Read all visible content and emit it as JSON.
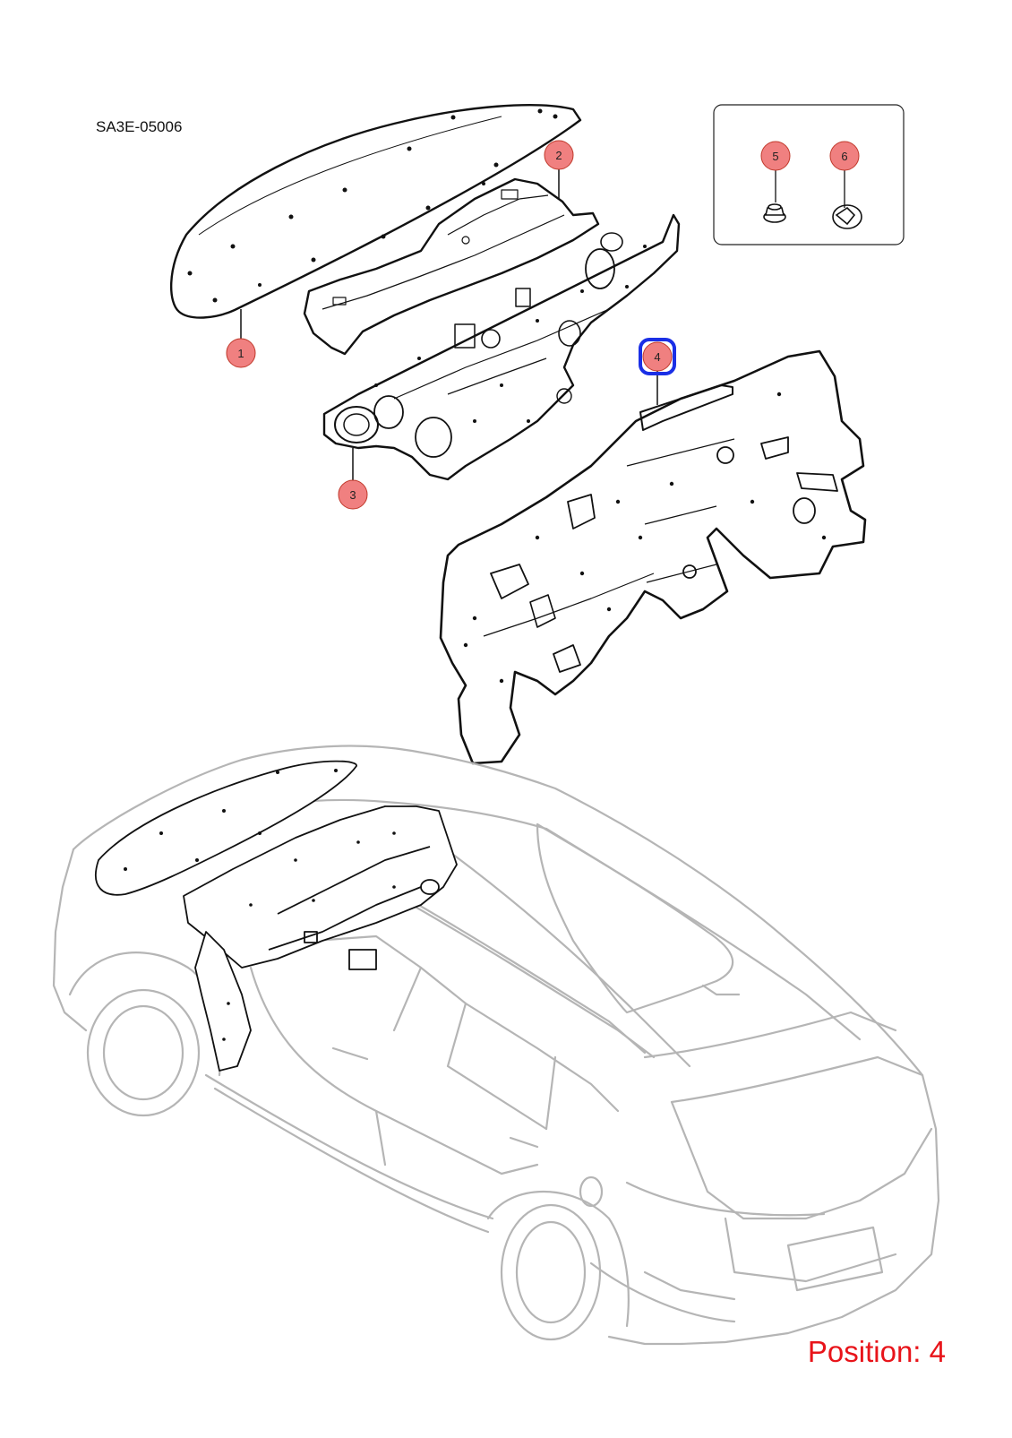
{
  "diagram": {
    "code": "SA3E-05006",
    "position_text": "Position: 4",
    "selected_part": "4",
    "colors": {
      "callout_fill": "#f08080",
      "callout_stroke": "#c0392b",
      "highlight": "#1a2fe6",
      "position_text": "#e8141a",
      "line": "#111111",
      "car": "#b5b5b5"
    },
    "callouts": [
      {
        "label": "1"
      },
      {
        "label": "2"
      },
      {
        "label": "3"
      },
      {
        "label": "4"
      },
      {
        "label": "5"
      },
      {
        "label": "6"
      }
    ]
  }
}
